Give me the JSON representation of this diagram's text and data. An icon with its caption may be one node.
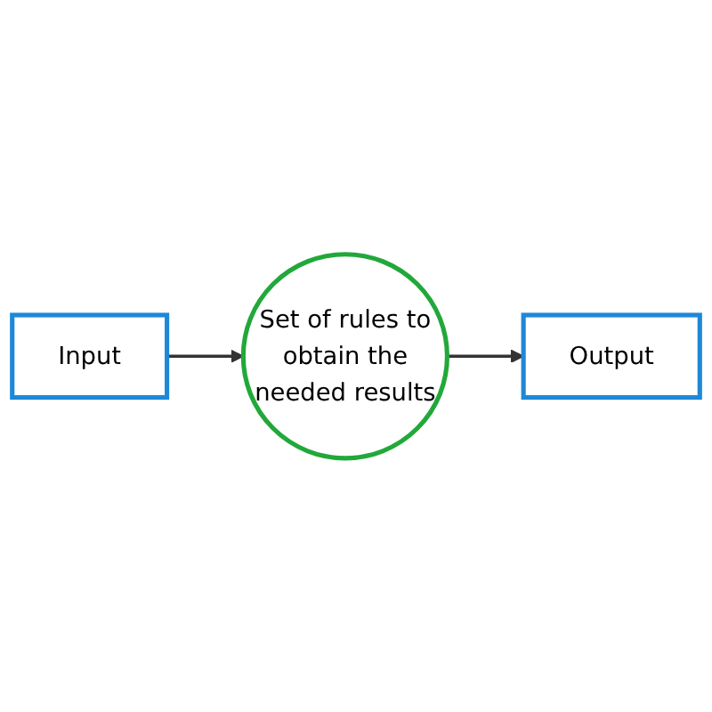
{
  "diagram": {
    "nodes": [
      {
        "text": [
          "Input"
        ]
      },
      {
        "text": [
          "Set of rules to obtain the needed results"
        ]
      },
      {
        "text": [
          "Output"
        ]
      }
    ],
    "edges": [
      {
        "from": 0,
        "to": 1,
        "arrow": "to"
      },
      {
        "from": 1,
        "to": 2,
        "arrow": "to"
      }
    ]
  }
}
